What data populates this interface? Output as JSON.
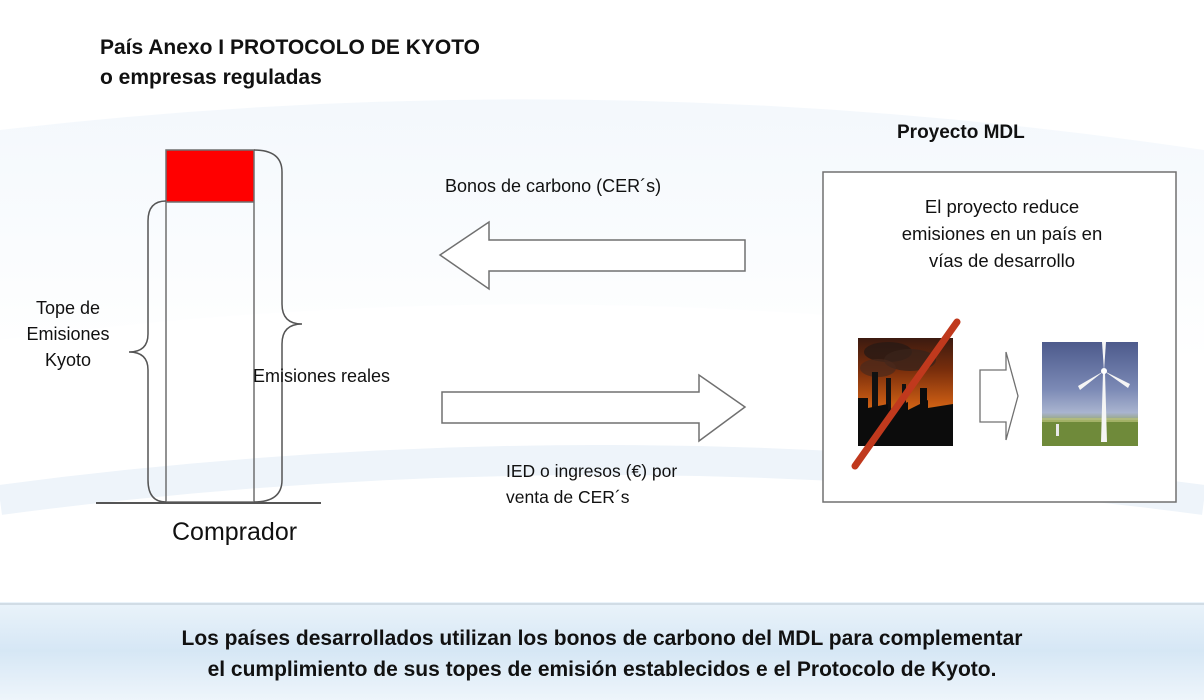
{
  "header": {
    "title_line1": "País Anexo I PROTOCOLO DE KYOTO",
    "title_line2": "o empresas reguladas"
  },
  "project": {
    "title": "Proyecto MDL",
    "description_line1": "El proyecto reduce",
    "description_line2": "emisiones en un país en",
    "description_line3": "vías de desarrollo"
  },
  "arrows": {
    "top_label": "Bonos de carbono (CER´s)",
    "bottom_label_line1": "IED o ingresos (€) por",
    "bottom_label_line2": "venta de CER´s"
  },
  "buyer": {
    "cap_label_line1": "Tope de",
    "cap_label_line2": "Emisiones",
    "cap_label_line3": "Kyoto",
    "actual_label": "Emisiones reales",
    "name": "Comprador"
  },
  "footer": {
    "line1": "Los países desarrollados utilizan los bonos de carbono del MDL para complementar",
    "line2": "el cumplimiento de sus topes de emisión establecidos e el Protocolo de Kyoto."
  },
  "colors": {
    "excess_emissions": "#ff0000",
    "cross_out": "#c0391d",
    "footer_band": "#dbeaf6"
  },
  "icons": [
    "factory-smoke-image",
    "wind-turbine-image"
  ]
}
